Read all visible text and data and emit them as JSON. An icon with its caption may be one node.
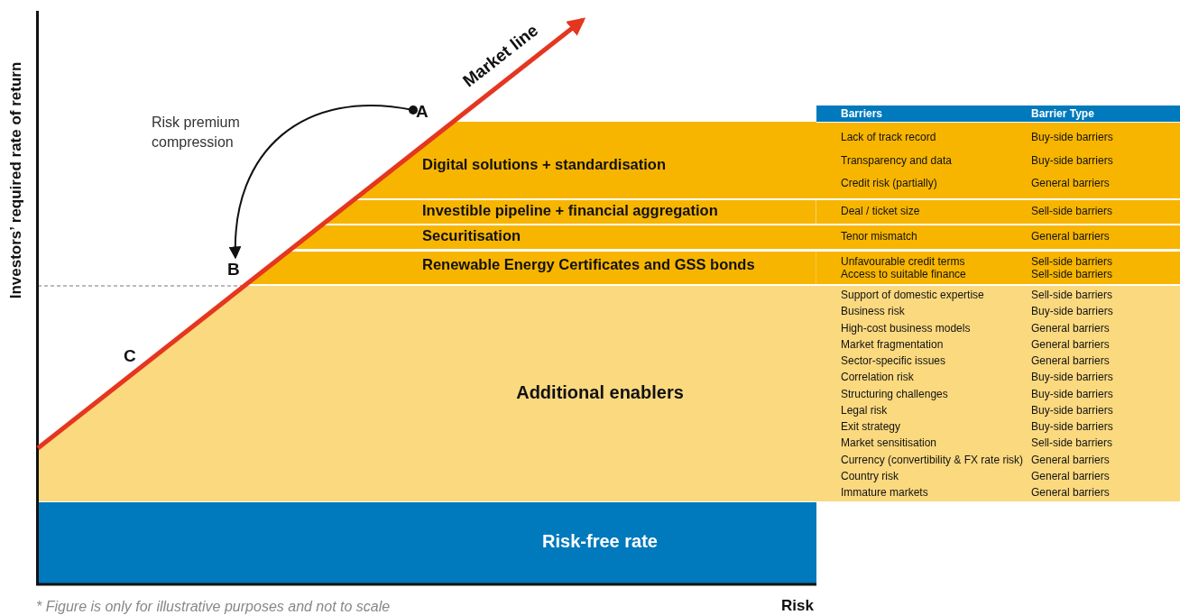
{
  "diagram": {
    "caption": "* Figure is only for illustrative purposes and not to scale",
    "nodes": [
      {
        "text": [
          "Digital solutions + standardisation"
        ]
      },
      {
        "text": [
          "Investible pipeline + financial aggregation"
        ]
      },
      {
        "text": [
          "Securitisation"
        ]
      },
      {
        "text": [
          "Renewable Energy Certificates and GSS bonds"
        ]
      },
      {
        "text": [
          "Additional enablers"
        ]
      },
      {
        "text": [
          "Risk-free rate"
        ]
      },
      {
        "text": [
          "A"
        ]
      },
      {
        "text": [
          "B"
        ]
      }
    ],
    "edges": [
      {
        "from": 6,
        "to": 7,
        "arrow": "to",
        "label": "Risk premium compression"
      }
    ],
    "labels": [
      "Market line",
      "C",
      "Investors’ required rate of return",
      "Risk",
      "Barriers",
      "Barrier Type",
      "Lack of track record",
      "Buy-side barriers",
      "Transparency and data",
      "Buy-side barriers",
      "Credit risk (partially)",
      "General barriers",
      "Deal / ticket size",
      "Sell-side barriers",
      "Tenor mismatch",
      "General barriers",
      "Unfavourable credit terms",
      "Sell-side barriers",
      "Access to suitable finance",
      "Sell-side barriers",
      "Support of domestic expertise",
      "Sell-side barriers",
      "Business risk",
      "Buy-side barriers",
      "High-cost business models",
      "General barriers",
      "Market fragmentation",
      "General barriers",
      "Sector-specific issues",
      "General barriers",
      "Correlation risk",
      "Buy-side barriers",
      "Structuring challenges",
      "Buy-side barriers",
      "Legal risk",
      "Buy-side barriers",
      "Exit strategy",
      "Buy-side barriers",
      "Market sensitisation",
      "Sell-side barriers",
      "Currency (convertibility & FX rate risk)",
      "General barriers",
      "Country risk",
      "General barriers",
      "Immature markets",
      "General barriers"
    ]
  }
}
